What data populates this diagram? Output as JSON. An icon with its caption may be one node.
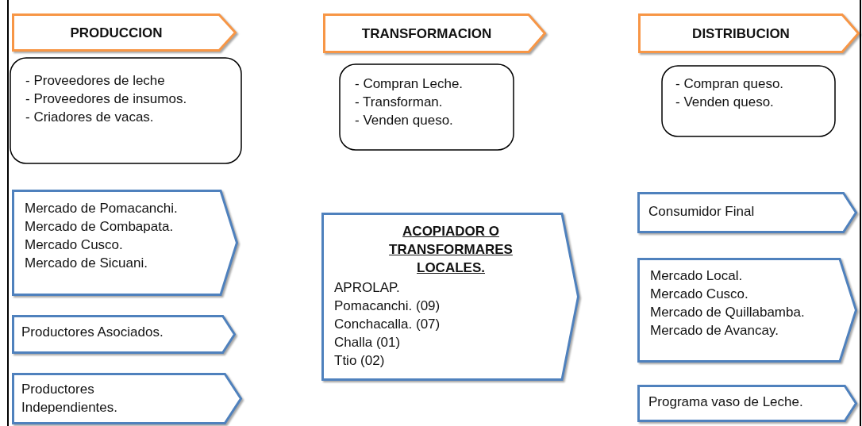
{
  "diagram": {
    "nodes": [
      {
        "text": [
          "PRODUCCION"
        ]
      },
      {
        "text": [
          "- Proveedores de leche",
          "- Proveedores de insumos.",
          "- Criadores de vacas."
        ]
      },
      {
        "text": [
          "Mercado de Pomacanchi.",
          "Mercado de Combapata.",
          "Mercado Cusco.",
          "Mercado de Sicuani."
        ]
      },
      {
        "text": [
          "Productores Asociados."
        ]
      },
      {
        "text": [
          "Productores Independientes."
        ]
      },
      {
        "text": [
          "TRANSFORMACION"
        ]
      },
      {
        "text": [
          "- Compran Leche.",
          "- Transforman.",
          "- Venden queso."
        ]
      },
      {
        "text": [
          "ACOPIADOR O TRANSFORMARES LOCALES.",
          "APROLAP.",
          "Pomacanchi. (09)",
          "Conchacalla. (07)",
          "Challa (01)",
          "Ttio (02)"
        ]
      },
      {
        "text": [
          "DISTRIBUCION"
        ]
      },
      {
        "text": [
          "- Compran queso.",
          "- Venden queso."
        ]
      },
      {
        "text": [
          "Consumidor Final"
        ]
      },
      {
        "text": [
          "Mercado Local.",
          "Mercado Cusco.",
          "Mercado de Quillabamba.",
          "Mercado de Avancay."
        ]
      },
      {
        "text": [
          "Programa vaso de Leche."
        ]
      }
    ],
    "edges": []
  }
}
